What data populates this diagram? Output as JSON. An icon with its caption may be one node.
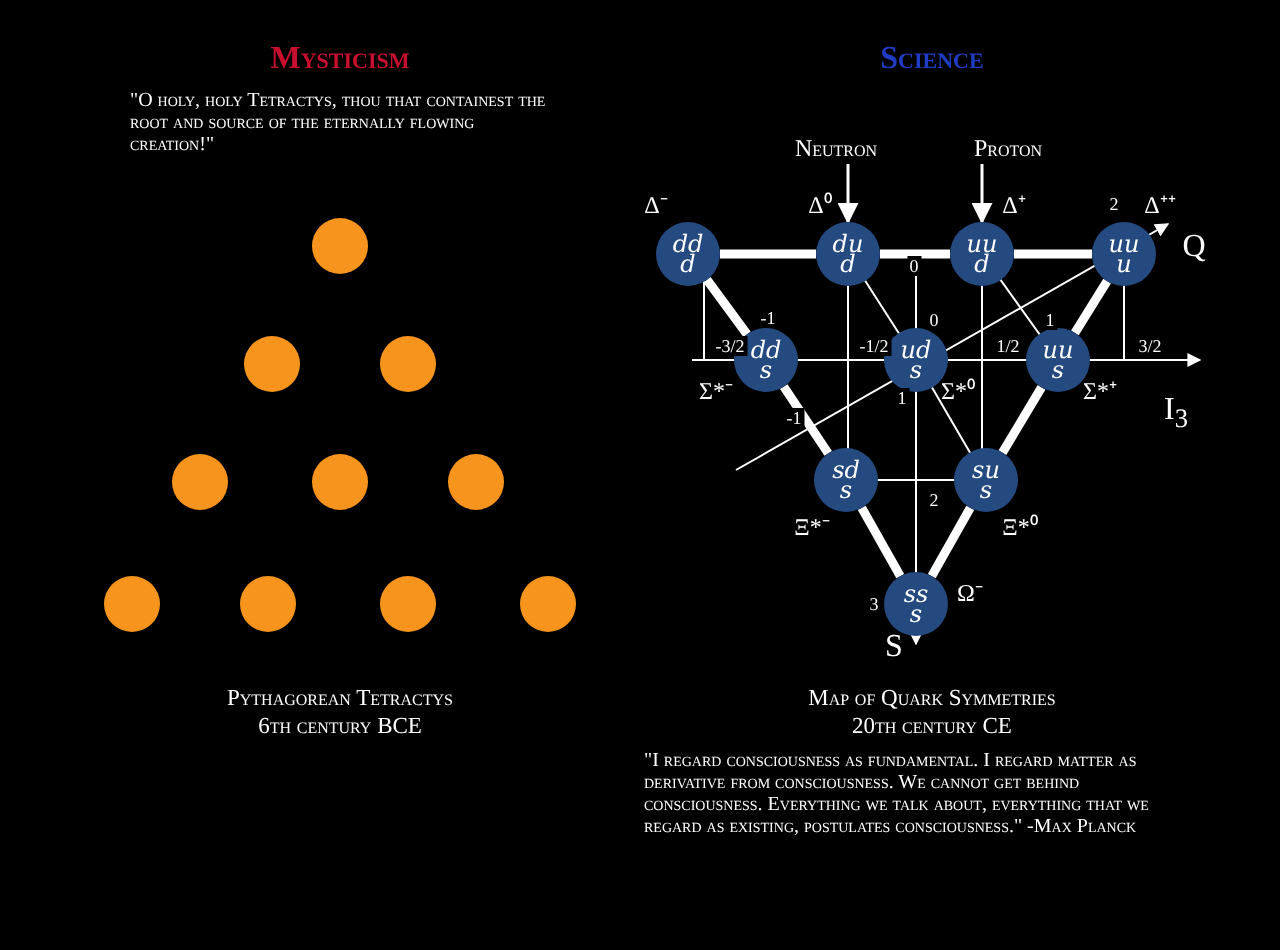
{
  "diagram": {
    "nodes": [
      {
        "text": [],
        "shape": "circle"
      },
      {
        "text": [],
        "shape": "circle"
      },
      {
        "text": [],
        "shape": "circle"
      },
      {
        "text": [],
        "shape": "circle"
      },
      {
        "text": [],
        "shape": "circle"
      },
      {
        "text": [],
        "shape": "circle"
      },
      {
        "text": [],
        "shape": "circle"
      },
      {
        "text": [],
        "shape": "circle"
      },
      {
        "text": [],
        "shape": "circle"
      },
      {
        "text": [],
        "shape": "circle"
      },
      {
        "text": [
          "Neutron"
        ]
      },
      {
        "text": [
          "Proton"
        ]
      },
      {
        "text": [
          "dd d"
        ],
        "beside": [
          "Δ⁻"
        ]
      },
      {
        "text": [
          "du d"
        ],
        "beside": [
          "Δ⁰"
        ]
      },
      {
        "text": [
          "uu d"
        ],
        "beside": [
          "Δ⁺"
        ]
      },
      {
        "text": [
          "uu u"
        ],
        "beside": [
          "Δ⁺⁺"
        ]
      },
      {
        "text": [
          "dd s"
        ],
        "beside": [
          "Σ*⁻"
        ]
      },
      {
        "text": [
          "ud s"
        ],
        "beside": [
          "Σ*⁰"
        ]
      },
      {
        "text": [
          "uu s"
        ],
        "beside": [
          "Σ*⁺"
        ]
      },
      {
        "text": [
          "sd s"
        ],
        "beside": [
          "Ξ*⁻"
        ]
      },
      {
        "text": [
          "su s"
        ],
        "beside": [
          "Ξ*⁰"
        ]
      },
      {
        "text": [
          "ss s"
        ],
        "beside": [
          "Ω⁻"
        ]
      }
    ],
    "edges": [
      {
        "from": 10,
        "to": 13,
        "arrow": "to"
      },
      {
        "from": 11,
        "to": 14,
        "arrow": "to"
      },
      {
        "from": 12,
        "to": 13,
        "arrow": "none"
      },
      {
        "from": 13,
        "to": 14,
        "arrow": "none"
      },
      {
        "from": 14,
        "to": 15,
        "arrow": "none"
      },
      {
        "from": 12,
        "to": 16,
        "arrow": "none"
      },
      {
        "from": 16,
        "to": 19,
        "arrow": "none"
      },
      {
        "from": 19,
        "to": 21,
        "arrow": "none"
      },
      {
        "from": 15,
        "to": 18,
        "arrow": "none"
      },
      {
        "from": 18,
        "to": 20,
        "arrow": "none"
      },
      {
        "from": 20,
        "to": 21,
        "arrow": "none"
      }
    ],
    "labels": [
      "Mysticism",
      "Science",
      "\"O holy, holy Tetractys, thou that containest the root and source of the eternally flowing creation!\"",
      "2",
      "0",
      "-1",
      "0",
      "1",
      "-3/2",
      "-1/2",
      "1/2",
      "3/2",
      "1",
      "-1",
      "2",
      "3",
      "Q",
      "I$_{3}$",
      "S",
      "Pythagorean Tetractys",
      "6th century BCE",
      "Map of Quark Symmetries",
      "20th century CE",
      "\"I regard consciousness as fundamental. I regard matter as derivative from consciousness. We cannot get behind consciousness. Everything we talk about, everything that we regard as existing, postulates consciousness.\" -Max Planck"
    ]
  }
}
